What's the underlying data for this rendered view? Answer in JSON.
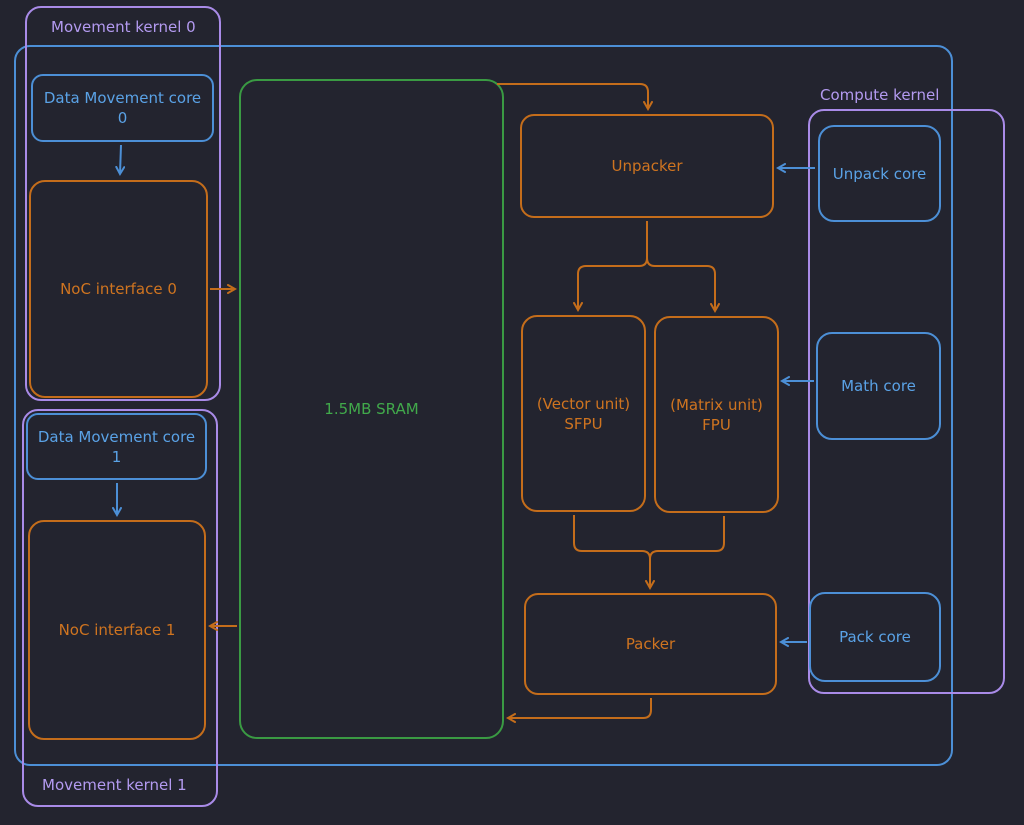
{
  "labels": {
    "movement_kernel_0": "Movement kernel 0",
    "movement_kernel_1": "Movement kernel 1",
    "compute_kernel": "Compute kernel"
  },
  "blocks": {
    "dm_core_0": "Data Movement core\n0",
    "dm_core_1": "Data Movement core\n1",
    "noc_0": "NoC interface 0",
    "noc_1": "NoC interface 1",
    "sram": "1.5MB SRAM",
    "unpacker": "Unpacker",
    "sfpu": "(Vector unit)\nSFPU",
    "fpu": "(Matrix unit)\nFPU",
    "packer": "Packer",
    "unpack_core": "Unpack core",
    "math_core": "Math core",
    "pack_core": "Pack core"
  },
  "colors": {
    "background": "#23242f",
    "blue": "#4c8fd6",
    "orange": "#c46d1b",
    "green": "#3a9a43",
    "purple": "#a98be8"
  }
}
